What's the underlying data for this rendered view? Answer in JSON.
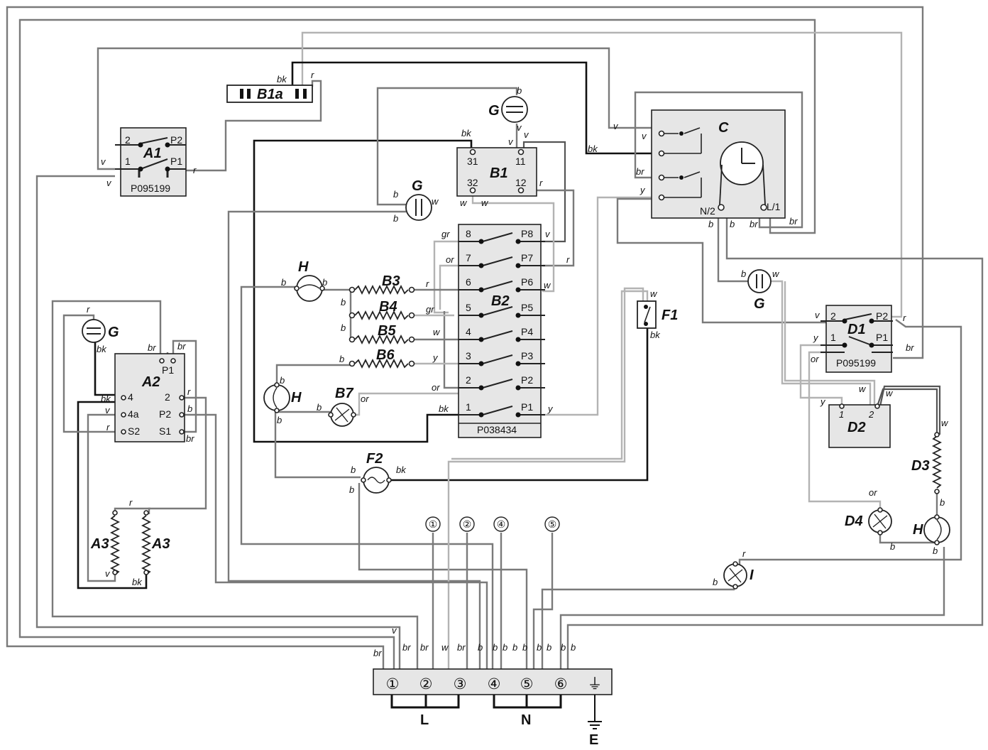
{
  "components": {
    "a1": {
      "label": "A1",
      "code": "P095199",
      "pins": [
        "2",
        "P2",
        "1",
        "P1"
      ]
    },
    "a2": {
      "label": "A2",
      "pins": [
        "P1",
        "4",
        "2",
        "4a",
        "P2",
        "S2",
        "S1"
      ]
    },
    "a3": {
      "label": "A3"
    },
    "b1": {
      "label": "B1",
      "pins": [
        "31",
        "11",
        "32",
        "12"
      ]
    },
    "b1a": {
      "label": "B1a"
    },
    "b2": {
      "label": "B2",
      "code": "P038434",
      "left_pins": [
        "8",
        "7",
        "6",
        "5",
        "4",
        "3",
        "2",
        "1"
      ],
      "right_pins": [
        "P8",
        "P7",
        "P6",
        "P5",
        "P4",
        "P3",
        "P2",
        "P1"
      ]
    },
    "b3": {
      "label": "B3"
    },
    "b4": {
      "label": "B4"
    },
    "b5": {
      "label": "B5"
    },
    "b6": {
      "label": "B6"
    },
    "b7": {
      "label": "B7"
    },
    "c": {
      "label": "C",
      "pins": [
        "N/2",
        "L/1"
      ]
    },
    "d1": {
      "label": "D1",
      "code": "P095199",
      "pins": [
        "2",
        "P2",
        "1",
        "P1"
      ]
    },
    "d2": {
      "label": "D2",
      "pins": [
        "1",
        "2"
      ]
    },
    "d3": {
      "label": "D3"
    },
    "d4": {
      "label": "D4"
    },
    "f1": {
      "label": "F1"
    },
    "f2": {
      "label": "F2"
    },
    "g": {
      "label": "G"
    },
    "h": {
      "label": "H"
    },
    "i": {
      "label": "I"
    }
  },
  "wire_colors": {
    "bk": "bk",
    "r": "r",
    "v": "v",
    "b": "b",
    "w": "w",
    "br": "br",
    "y": "y",
    "gr": "gr",
    "or": "or"
  },
  "terminal_block": {
    "terminals": [
      "①",
      "②",
      "③",
      "④",
      "⑤",
      "⑥",
      "⏚"
    ],
    "wire_markers": [
      "①",
      "②",
      "④",
      "⑤"
    ],
    "wire_codes": [
      "br",
      "br",
      "br",
      "w",
      "br",
      "b",
      "b",
      "b",
      "b",
      "b",
      "b",
      "b",
      "b",
      "b",
      "v"
    ],
    "group_l": "L",
    "group_n": "N",
    "earth": "E"
  },
  "colors": {
    "black_wire": "#111111",
    "grey_wire": "#7a7a7a",
    "light_wire": "#b3b3b3",
    "component_fill": "#e6e6e6"
  }
}
